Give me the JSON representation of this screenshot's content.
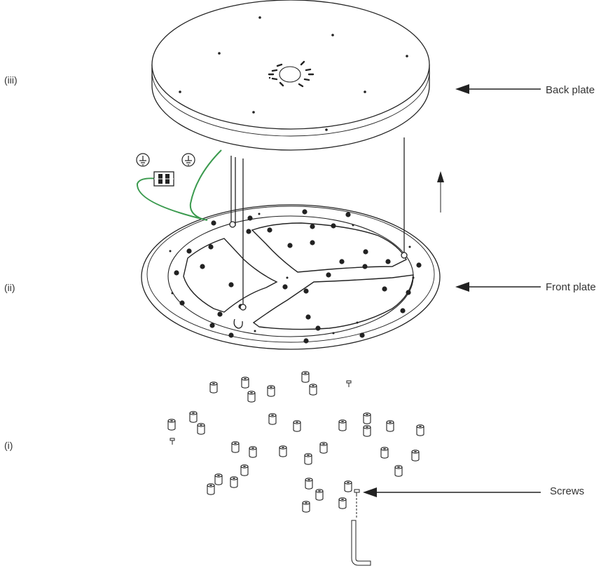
{
  "steps": {
    "step3": "(iii)",
    "step2": "(ii)",
    "step1": "(i)"
  },
  "labels": {
    "back_plate": "Back plate",
    "front_plate": "Front plate",
    "screws": "Screws"
  },
  "icons": {
    "ground": "earth-ground-symbol",
    "connector": "terminal-block",
    "key": "allen-key"
  },
  "colors": {
    "line": "#222222",
    "ground_wire": "#3a9a4e",
    "text": "#333333"
  }
}
